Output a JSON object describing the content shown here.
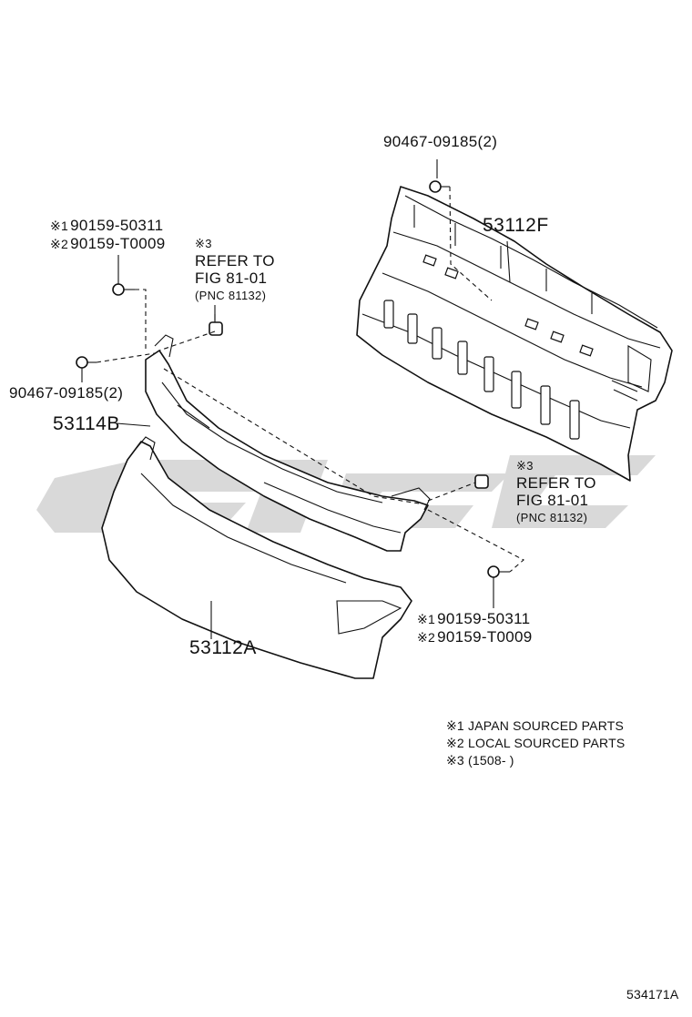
{
  "watermark_color": "#d9d9d9",
  "parts": {
    "p53112F": "53112F",
    "p53114B": "53114B",
    "p53112A": "53112A",
    "top_bolt": "90467-09185(2)",
    "left_bolt": "90467-09185(2)"
  },
  "callout_left": {
    "line1_mark": "※1",
    "line1_part": "90159-50311",
    "line2_mark": "※2",
    "line2_part": "90159-T0009"
  },
  "callout_right": {
    "line1_mark": "※1",
    "line1_part": "90159-50311",
    "line2_mark": "※2",
    "line2_part": "90159-T0009"
  },
  "refer_left": {
    "mark": "※3",
    "line1": "REFER TO",
    "line2": "FIG 81-01",
    "line3": "(PNC 81132)"
  },
  "refer_right": {
    "mark": "※3",
    "line1": "REFER TO",
    "line2": "FIG 81-01",
    "line3": "(PNC 81132)"
  },
  "notes": {
    "n1": "※1 JAPAN SOURCED PARTS",
    "n2": "※2 LOCAL SOURCED PARTS",
    "n3": "※3 (1508-        )"
  },
  "figure_id": "534171A"
}
